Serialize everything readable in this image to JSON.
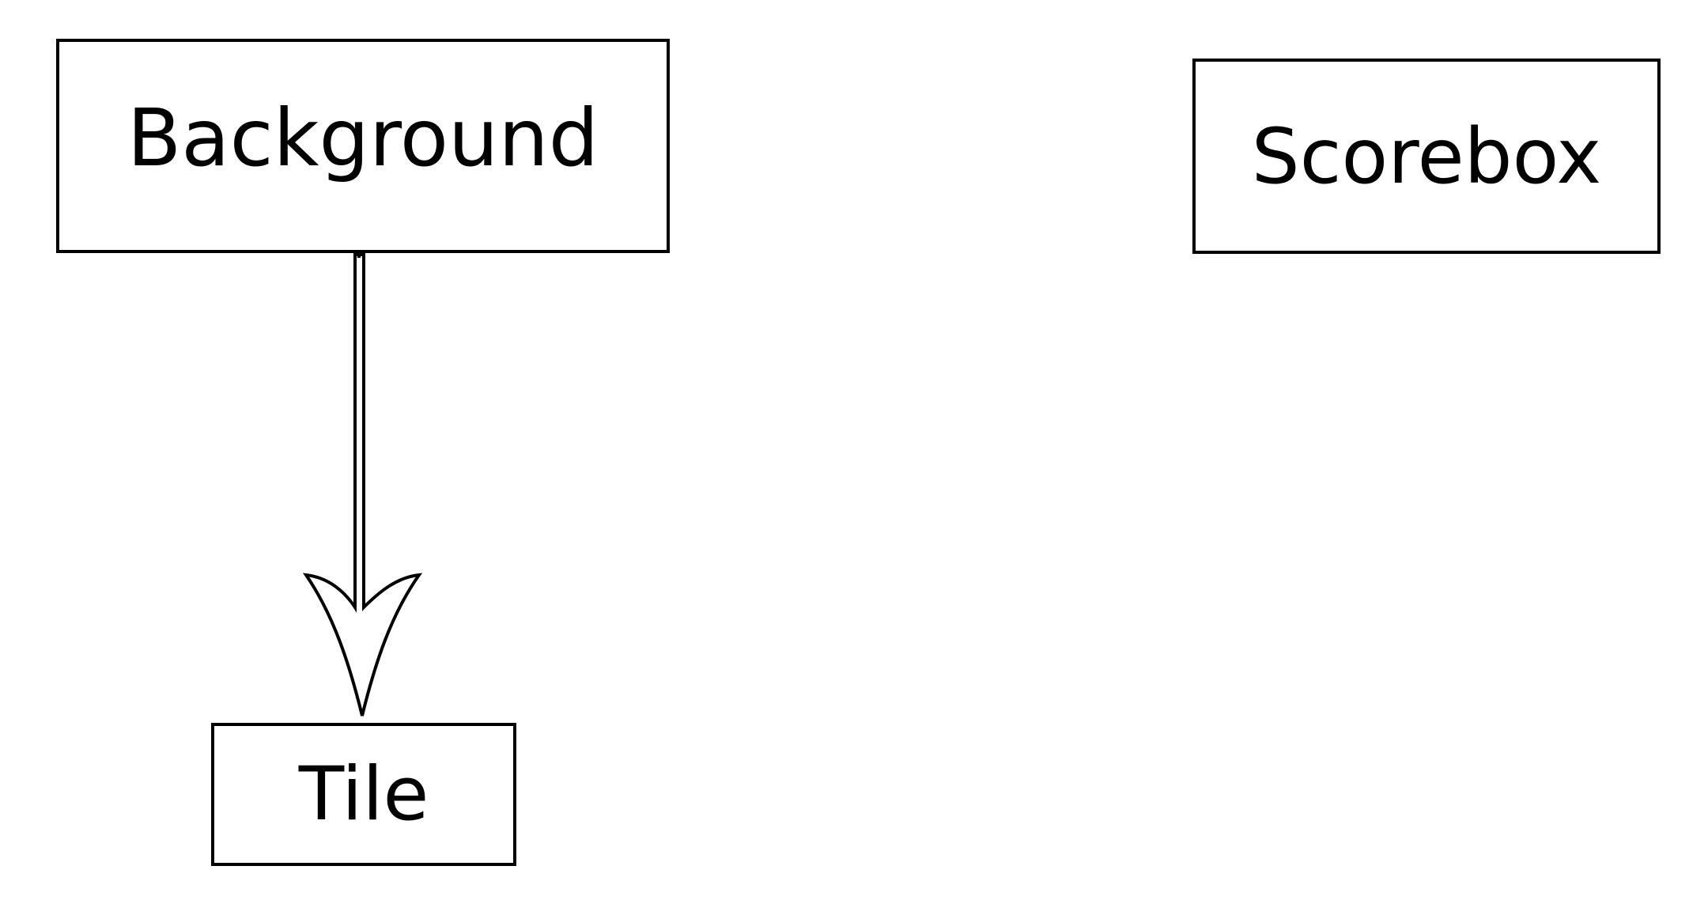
{
  "diagram": {
    "nodes": [
      {
        "id": "background",
        "label": "Background"
      },
      {
        "id": "scorebox",
        "label": "Scorebox"
      },
      {
        "id": "tile",
        "label": "Tile"
      }
    ],
    "edges": [
      {
        "from": "background",
        "to": "tile",
        "style": "hollow-double-line-arrow"
      }
    ]
  },
  "colors": {
    "stroke": "#000000",
    "fill": "#ffffff"
  }
}
